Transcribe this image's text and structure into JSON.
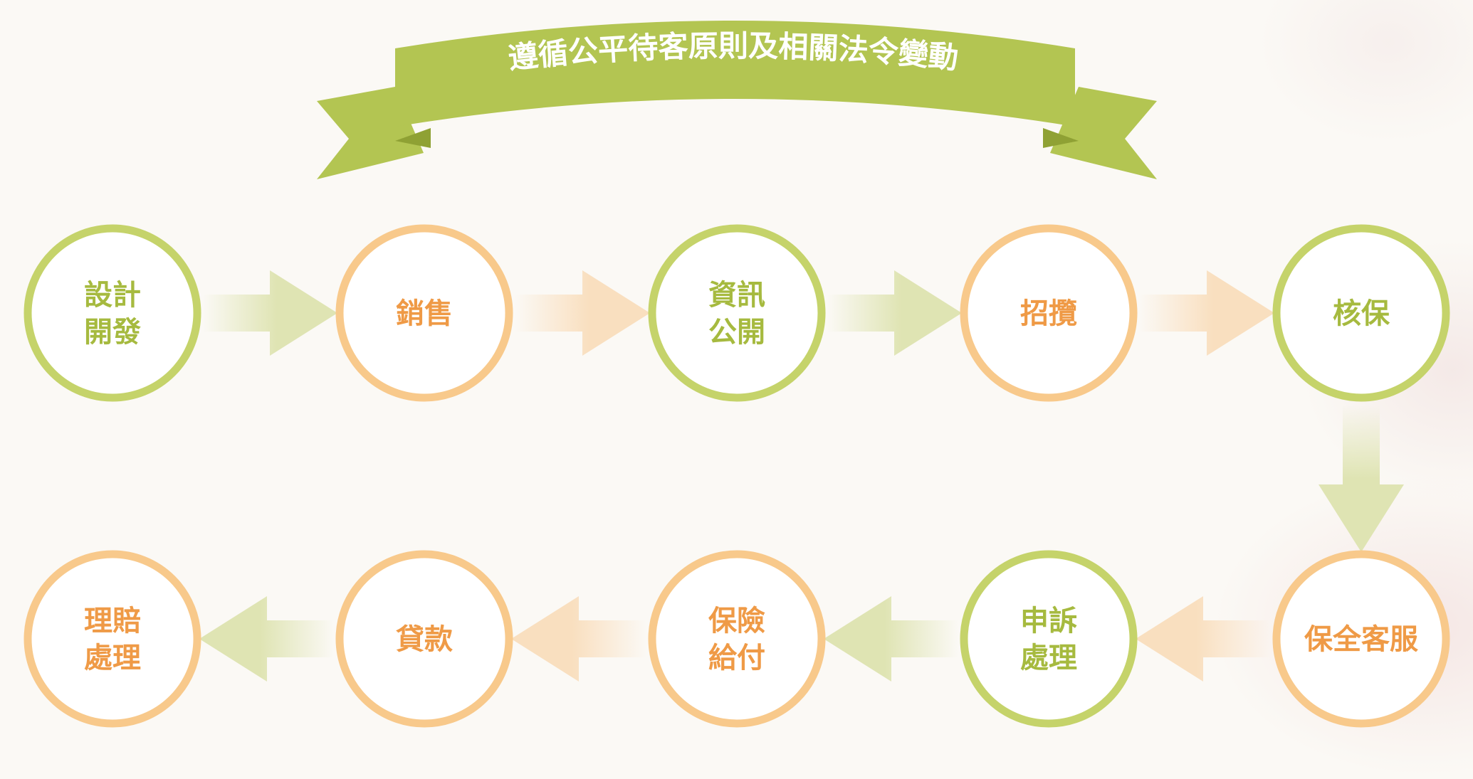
{
  "banner": {
    "title": "遵循公平待客原則及相關法令變動"
  },
  "colors": {
    "green": "#c5d36a",
    "orange": "#f8c98b",
    "green_text": "#a6ba3f",
    "orange_text": "#ef9a46",
    "banner_green": "#b3c552",
    "banner_dark": "#8fa134",
    "arrow_green": "#dfe4b3",
    "arrow_orange": "#f9dfbf"
  },
  "nodes": [
    {
      "id": "design",
      "lines": [
        "設計",
        "開發"
      ],
      "color": "green"
    },
    {
      "id": "sales",
      "lines": [
        "銷售"
      ],
      "color": "orange"
    },
    {
      "id": "disclosure",
      "lines": [
        "資訊",
        "公開"
      ],
      "color": "green"
    },
    {
      "id": "solicitation",
      "lines": [
        "招攬"
      ],
      "color": "orange"
    },
    {
      "id": "underwriting",
      "lines": [
        "核保"
      ],
      "color": "green"
    },
    {
      "id": "policy-service",
      "lines": [
        "保全客服"
      ],
      "color": "orange"
    },
    {
      "id": "complaint",
      "lines": [
        "申訴",
        "處理"
      ],
      "color": "green"
    },
    {
      "id": "payout",
      "lines": [
        "保險",
        "給付"
      ],
      "color": "orange"
    },
    {
      "id": "loan",
      "lines": [
        "貸款"
      ],
      "color": "orange"
    },
    {
      "id": "claims",
      "lines": [
        "理賠",
        "處理"
      ],
      "color": "orange"
    }
  ],
  "flow": [
    {
      "from": "design",
      "to": "sales",
      "color": "green"
    },
    {
      "from": "sales",
      "to": "disclosure",
      "color": "orange"
    },
    {
      "from": "disclosure",
      "to": "solicitation",
      "color": "green"
    },
    {
      "from": "solicitation",
      "to": "underwriting",
      "color": "orange"
    },
    {
      "from": "underwriting",
      "to": "policy-service",
      "color": "green"
    },
    {
      "from": "policy-service",
      "to": "complaint",
      "color": "orange"
    },
    {
      "from": "complaint",
      "to": "payout",
      "color": "green"
    },
    {
      "from": "payout",
      "to": "loan",
      "color": "orange"
    },
    {
      "from": "loan",
      "to": "claims",
      "color": "green"
    }
  ]
}
